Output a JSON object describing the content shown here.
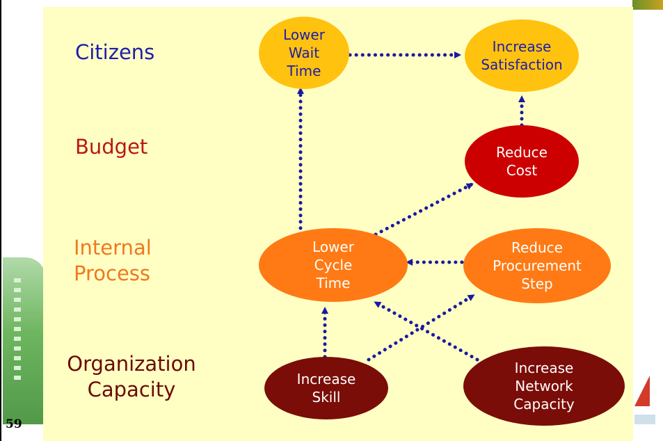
{
  "slide_number": "59",
  "colors": {
    "panel_bg": "#ffffc4",
    "citizens": "#1d1dab",
    "budget": "#b71818",
    "internal": "#f07820",
    "organization": "#6a0a05",
    "node_yellow": "#ffc20e",
    "node_red": "#cc0000",
    "node_orange": "#ff7a14",
    "node_maroon": "#7a0d07",
    "arrow": "#1a1aa0"
  },
  "rows": {
    "citizens": "Citizens",
    "budget": "Budget",
    "internal": "Internal\nProcess",
    "organization": "Organization\nCapacity"
  },
  "nodes": {
    "lower_wait_time": "Lower\nWait\nTime",
    "increase_satisfaction": "Increase\nSatisfaction",
    "reduce_cost": "Reduce\nCost",
    "lower_cycle_time": "Lower\nCycle\nTime",
    "reduce_procurement_step": "Reduce\nProcurement\nStep",
    "increase_skill": "Increase\nSkill",
    "increase_network_capacity": "Increase\nNetwork\nCapacity"
  },
  "arrows": [
    {
      "from": "Lower Wait Time",
      "to": "Increase Satisfaction"
    },
    {
      "from": "Reduce Cost",
      "to": "Increase Satisfaction"
    },
    {
      "from": "Lower Cycle Time",
      "to": "Lower Wait Time"
    },
    {
      "from": "Lower Cycle Time",
      "to": "Reduce Cost"
    },
    {
      "from": "Reduce Procurement Step",
      "to": "Lower Cycle Time"
    },
    {
      "from": "Increase Skill",
      "to": "Lower Cycle Time"
    },
    {
      "from": "Increase Skill",
      "to": "Reduce Procurement Step"
    },
    {
      "from": "Increase Network Capacity",
      "to": "Lower Cycle Time"
    }
  ]
}
